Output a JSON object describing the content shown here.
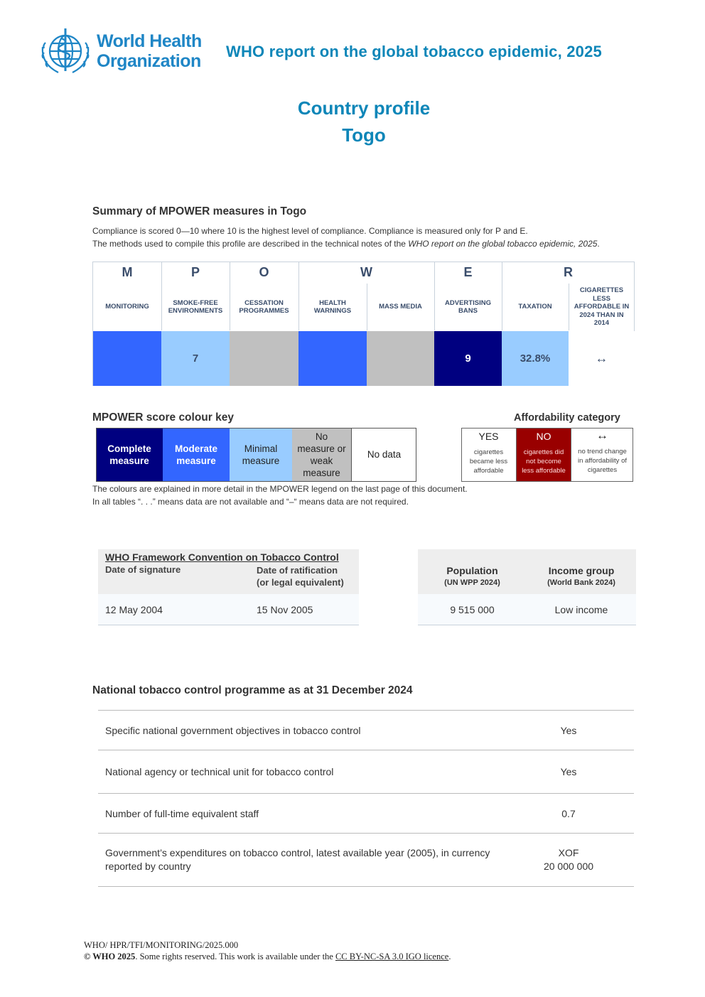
{
  "header": {
    "org_name_line1": "World Health",
    "org_name_line2": "Organization",
    "report_title": "WHO report on the global tobacco epidemic, 2025",
    "profile_title": "Country profile",
    "country": "Togo"
  },
  "summary": {
    "title": "Summary of MPOWER measures in Togo",
    "note1": "Compliance is scored 0—10 where 10 is the highest level of compliance. Compliance is measured only for P and E.",
    "note2_prefix": "The methods used to compile this profile are described in the technical notes of the ",
    "note2_italic": "WHO report on the global tobacco epidemic, 2025",
    "note2_suffix": "."
  },
  "mpower": {
    "letters": [
      "M",
      "P",
      "O",
      "W",
      "E",
      "R"
    ],
    "columns": [
      {
        "label": "MONITORING",
        "value": "",
        "color": "#3366ff"
      },
      {
        "label": "SMOKE-FREE ENVIRONMENTS",
        "value": "7",
        "color": "#99ccff"
      },
      {
        "label": "CESSATION PROGRAMMES",
        "value": "",
        "color": "#c0c0c0"
      },
      {
        "label": "HEALTH WARNINGS",
        "value": "",
        "color": "#3366ff"
      },
      {
        "label": "MASS MEDIA",
        "value": "",
        "color": "#c0c0c0"
      },
      {
        "label": "ADVERTISING BANS",
        "value": "9",
        "color": "#000080"
      },
      {
        "label": "TAXATION",
        "value": "32.8%",
        "color": "#99ccff"
      },
      {
        "label": "CIGARETTES LESS AFFORDABLE IN 2024 THAN IN 2014",
        "value": "↔",
        "color": "#ffffff"
      }
    ]
  },
  "colour_key": {
    "title": "MPOWER score colour key",
    "items": [
      {
        "label": "Complete measure",
        "color": "#000080"
      },
      {
        "label": "Moderate measure",
        "color": "#3366ff"
      },
      {
        "label": "Minimal measure",
        "color": "#99ccff"
      },
      {
        "label": "No measure or weak measure",
        "color": "#c0c0c0"
      },
      {
        "label": "No data",
        "color": "#ffffff"
      }
    ],
    "note1": "The colours are explained in more detail in the MPOWER legend on the last page of this document.",
    "note2": "In all tables “. . .” means data are not available and “–“ means data are not required."
  },
  "affordability": {
    "title": "Affordability category",
    "items": [
      {
        "head": "YES",
        "desc": "cigarettes became less affordable",
        "color": "#ffffff"
      },
      {
        "head": "NO",
        "desc": "cigarettes did not become less affordable",
        "color": "#990000"
      },
      {
        "head": "↔",
        "desc": "no trend change in affordability of cigarettes",
        "color": "#ffffff"
      }
    ]
  },
  "fctc": {
    "title": "WHO Framework Convention on Tobacco Control",
    "col1_header": "Date of signature",
    "col2_header_line1": "Date of ratification",
    "col2_header_line2": "(or legal equivalent)",
    "signature": "12 May 2004",
    "ratification": "15 Nov 2005"
  },
  "population": {
    "pop_header": "Population",
    "pop_source": "(UN WPP 2024)",
    "income_header": "Income group",
    "income_source": "(World Bank 2024)",
    "pop_value": "9 515 000",
    "income_value": "Low income"
  },
  "programme": {
    "title": "National tobacco control programme as at 31 December 2024",
    "rows": [
      {
        "label": "Specific national government objectives in tobacco control",
        "value": "Yes"
      },
      {
        "label": "National agency or technical unit for tobacco control",
        "value": "Yes"
      },
      {
        "label": "Number of full-time equivalent staff",
        "value": "0.7"
      },
      {
        "label_line1": "Government’s expenditures on tobacco control, latest available year (2005), in currency",
        "label_line2": "reported by country",
        "value_line1": "XOF",
        "value_line2": "20 000 000"
      }
    ]
  },
  "footer": {
    "code": "WHO/ HPR/TFI/MONITORING/2025.000",
    "copyright_bold": "© WHO 2025",
    "copyright_text": ". Some rights reserved. This work is available under the ",
    "licence": "CC BY-NC-SA 3.0 IGO licence",
    "end": "."
  }
}
